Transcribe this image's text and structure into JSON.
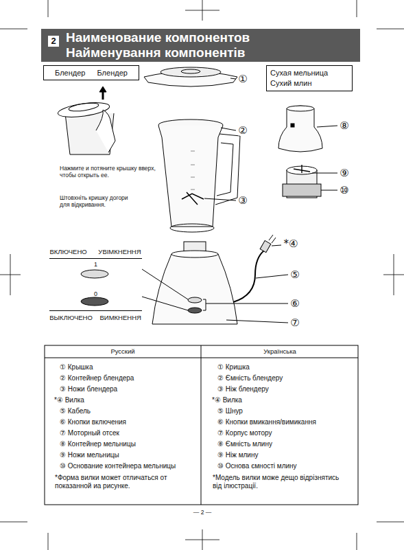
{
  "diagram": {
    "title": "Наименование компонентов Найменування компонентів",
    "nodes": [
      {
        "text": [
          "Блендер Блендер"
        ]
      },
      {
        "text": [
          "Сухая мельница",
          "Сухий млин"
        ]
      },
      {
        "text": [
          "1",
          "0"
        ]
      }
    ],
    "labels": [
      "2",
      "Нажмите и потяните крышку вверх, чтобы открыть ее.",
      "Штовхніть кришку догори для відкривання.",
      "①",
      "②",
      "③",
      "⑧",
      "⑨",
      "⑩",
      "ВКЛЮЧЕНО УВІМКНЕННЯ",
      "ВЫКЛЮЧЕНО ВИМКНЕННЯ",
      "*④",
      "⑤",
      "⑥",
      "⑦",
      "Русский",
      "Українська",
      "① Крышка",
      "② Контейнер блендера",
      "③ Ножи блендера",
      "*④ Вилка",
      "⑤ Кабель",
      "⑥ Кнопки включения",
      "⑦ Моторный отсек",
      "⑧ Контейнер мельницы",
      "⑨ Ножи мельницы",
      "⑩ Основание контейнера мельницы",
      "*Форма вилки может отличаться от показанной иа рисунке.",
      "① Кришка",
      "② Ємність блендеру",
      "③ Ніж блендеру",
      "*④ Вилка",
      "⑤ Шнур",
      "⑥ Кнопки вмикання/вимикання",
      "⑦ Корпус мотору",
      "⑧ Ємність млину",
      "⑨ Ніж млину",
      "⑩ Основа ємності млину",
      "*Модель вилки може дещо відрізнятись від ілюстрації.",
      "— 2 —"
    ]
  }
}
